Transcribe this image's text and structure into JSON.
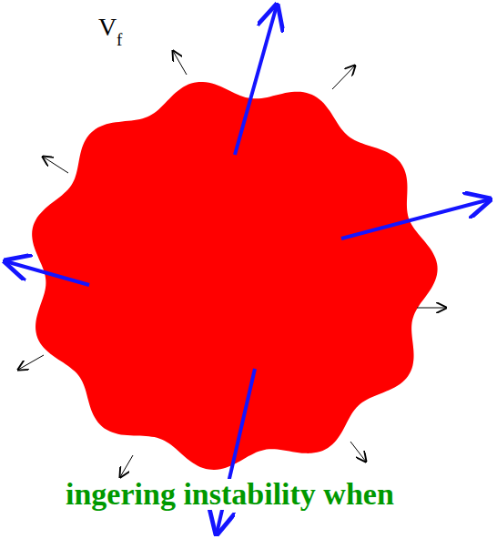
{
  "diagram": {
    "caption": "ingering instability when",
    "labels": [
      "V",
      "f"
    ]
  }
}
